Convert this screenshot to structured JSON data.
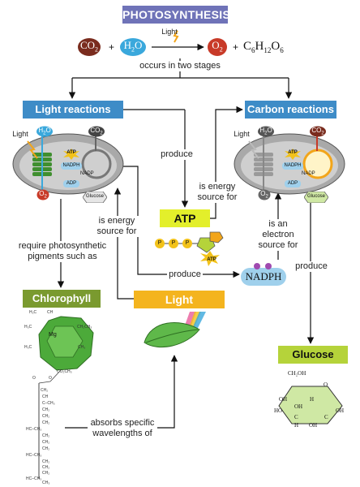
{
  "title": "PHOTOSYNTHESIS",
  "equation": {
    "light_label": "Light",
    "reactant1": "CO",
    "reactant1_sub": "2",
    "plus1": "+",
    "reactant2": "H",
    "reactant2_sub": "2",
    "reactant2_tail": "O",
    "product1": "O",
    "product1_sub": "2",
    "plus2": "+",
    "product2_parts": [
      "C",
      "6",
      "H",
      "12",
      "O",
      "6"
    ],
    "caption": "occurs in two stages"
  },
  "stages": {
    "light": "Light reactions",
    "carbon": "Carbon reactions"
  },
  "chloroplast_left": {
    "light": "Light",
    "h2o": "H",
    "h2o_sub": "2",
    "h2o_tail": "O",
    "co2": "CO",
    "co2_sub": "2",
    "o2": "O",
    "o2_sub": "2",
    "atp": "ATP",
    "nadph": "NADPH",
    "nadp": "NADP",
    "adp": "ADP",
    "glucose": "Glucose"
  },
  "chloroplast_right": {
    "light": "Light",
    "h2o": "H",
    "h2o_sub": "2",
    "h2o_tail": "O",
    "co2": "CO",
    "co2_sub": "2",
    "o2": "O",
    "o2_sub": "2",
    "atp": "ATP",
    "nadph": "NADPH",
    "nadp": "NADP",
    "adp": "ADP",
    "glucose": "Glucose"
  },
  "labels": {
    "produce_top": "produce",
    "energy_source_atp": [
      "is energy",
      "source for"
    ],
    "energy_source_light": [
      "is energy",
      "source for"
    ],
    "electron_source": [
      "is an",
      "electron",
      "source for"
    ],
    "require": [
      "require photosynthetic",
      "pigments such as"
    ],
    "produce_nadph": "produce",
    "produce_glucose": "produce",
    "absorbs": [
      "absorbs specific",
      "wavelengths of"
    ]
  },
  "boxes": {
    "atp": "ATP",
    "nadph": "NADPH",
    "chlorophyll": "Chlorophyll",
    "light": "Light",
    "glucose": "Glucose"
  },
  "atp_molecule": {
    "p": "P",
    "atp": "ATP"
  },
  "chlorophyll_structure": {
    "labels": [
      "H₂C",
      "CH",
      "H₃C",
      "CH₂CH₃",
      "H₃C",
      "CH₃",
      "CO₂CH₃",
      "O",
      "O",
      "CH₂",
      "CH",
      "C–CH₃",
      "CH₂",
      "CH₂",
      "CH₂",
      "HC–CH₃",
      "CH₂",
      "CH₂",
      "CH₂",
      "HC–CH₃",
      "CH₂",
      "CH₂",
      "CH₂",
      "HC–CH₃",
      "CH₃"
    ],
    "mg": "Mg"
  },
  "glucose_structure": {
    "ch2oh": "CH₂OH",
    "h": "H",
    "oh": "OH",
    "o": "O",
    "c": "C",
    "ho": "HO"
  },
  "colors": {
    "title": "#6f73b8",
    "stage": "#3e8cc7",
    "atp": "#e3ef2b",
    "chlorophyll": "#7a9a2f",
    "light": "#f4b41e",
    "glucose": "#b5d33a",
    "nadph": "#9fd0ec",
    "co2": "#7a2c1e",
    "h2o": "#3aa8dc",
    "o2": "#c83a28",
    "glucose_ring": "#cfe8a4"
  }
}
